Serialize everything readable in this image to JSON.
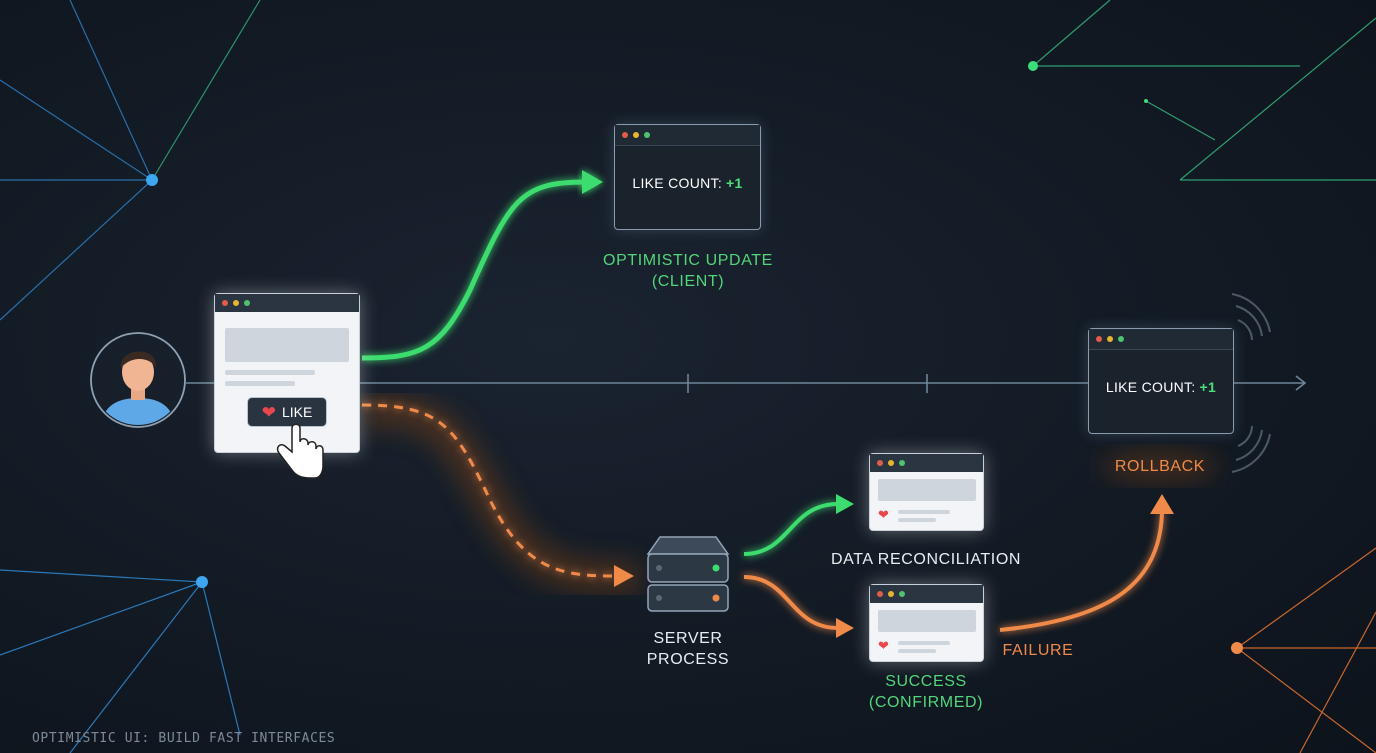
{
  "footer": "OPTIMISTIC UI: BUILD FAST INTERFACES",
  "like_button": "LIKE",
  "optimistic_window": {
    "text": "LIKE COUNT:",
    "value": "+1"
  },
  "optimistic_label": "OPTIMISTIC UPDATE\n(CLIENT)",
  "rollback_window": {
    "text": "LIKE COUNT:",
    "value": "+1"
  },
  "rollback_label": "ROLLBACK",
  "server_label": "SERVER\nPROCESS",
  "reconciliation_label": "DATA RECONCILIATION",
  "success_label": "SUCCESS\n(CONFIRMED)",
  "failure_label": "FAILURE",
  "colors": {
    "green": "#52d679",
    "orange": "#f08a48",
    "blue": "#3ea6f0",
    "background": "#121a24"
  },
  "icons": [
    "user-avatar-icon",
    "heart-icon",
    "pointer-hand-icon",
    "server-icon"
  ]
}
